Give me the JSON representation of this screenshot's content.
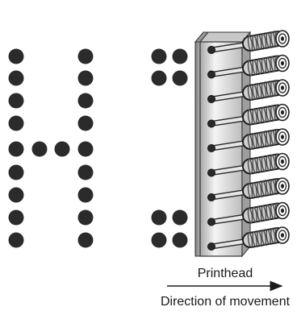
{
  "diagram": {
    "printed_letter": "H",
    "printhead_label": "Printhead",
    "movement_label": "Direction of movement",
    "printhead_pin_count": 9,
    "colors": {
      "dot": "#2b2b2b",
      "ink": "#1a1a1a",
      "head_plate_light": "#f2f2f2",
      "head_plate_dark": "#8a8a8a",
      "pin_sleeve": "#dcdcdc",
      "coil": "#4a4a4a"
    }
  }
}
